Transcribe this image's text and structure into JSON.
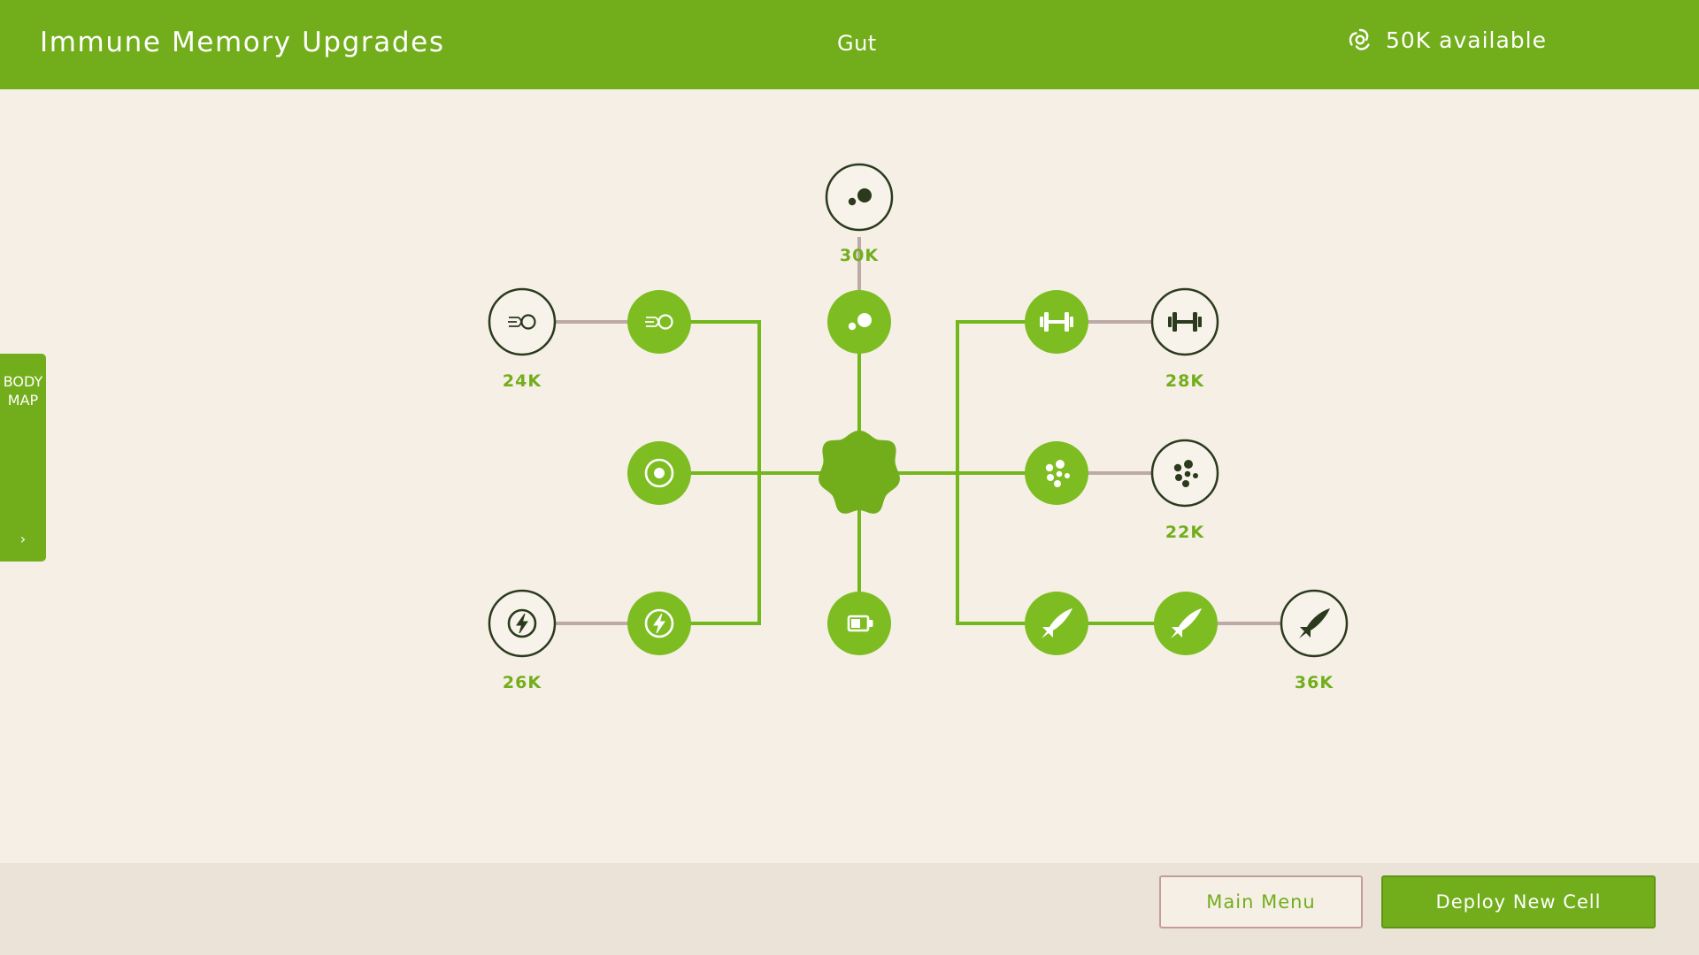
{
  "header": {
    "title": "Immune Memory Upgrades",
    "region": "Gut",
    "currency_label": "50K available",
    "currency_icon": "virus-icon"
  },
  "side_tab": {
    "label": "BODY  MAP",
    "arrow": "›"
  },
  "colors": {
    "accent": "#72ae1b",
    "node_unlocked": "#7dbd21",
    "node_locked_fill": "#f7f3ea",
    "node_locked_stroke": "#2b3a1c",
    "line_active": "#72b81c",
    "line_locked": "#bda9a6",
    "background": "#f5efe6",
    "footer": "#ebe3d8"
  },
  "tree": {
    "core": {
      "icon": "core-cell-icon",
      "state": "unlocked"
    },
    "nodes": [
      {
        "id": "dots-2",
        "icon": "dots-icon",
        "state": "locked",
        "cost": "30K"
      },
      {
        "id": "dots-1",
        "icon": "dots-icon",
        "state": "unlocked"
      },
      {
        "id": "speed-2",
        "icon": "speed-icon",
        "state": "locked",
        "cost": "24K"
      },
      {
        "id": "speed-1",
        "icon": "speed-icon",
        "state": "unlocked"
      },
      {
        "id": "target-1",
        "icon": "target-icon",
        "state": "unlocked"
      },
      {
        "id": "energy-2",
        "icon": "lightning-icon",
        "state": "locked",
        "cost": "26K"
      },
      {
        "id": "energy-1",
        "icon": "lightning-icon",
        "state": "unlocked"
      },
      {
        "id": "battery-1",
        "icon": "battery-icon",
        "state": "unlocked"
      },
      {
        "id": "strength-1",
        "icon": "dumbbell-icon",
        "state": "unlocked"
      },
      {
        "id": "strength-2",
        "icon": "dumbbell-icon",
        "state": "locked",
        "cost": "28K"
      },
      {
        "id": "spread-1",
        "icon": "cluster-icon",
        "state": "unlocked"
      },
      {
        "id": "spread-2",
        "icon": "cluster-icon",
        "state": "locked",
        "cost": "22K"
      },
      {
        "id": "missile-1",
        "icon": "missile-icon",
        "state": "unlocked"
      },
      {
        "id": "missile-2",
        "icon": "missile-icon",
        "state": "unlocked"
      },
      {
        "id": "missile-3",
        "icon": "missile-icon",
        "state": "locked",
        "cost": "36K"
      }
    ]
  },
  "footer": {
    "main_menu": "Main Menu",
    "deploy": "Deploy New Cell"
  }
}
